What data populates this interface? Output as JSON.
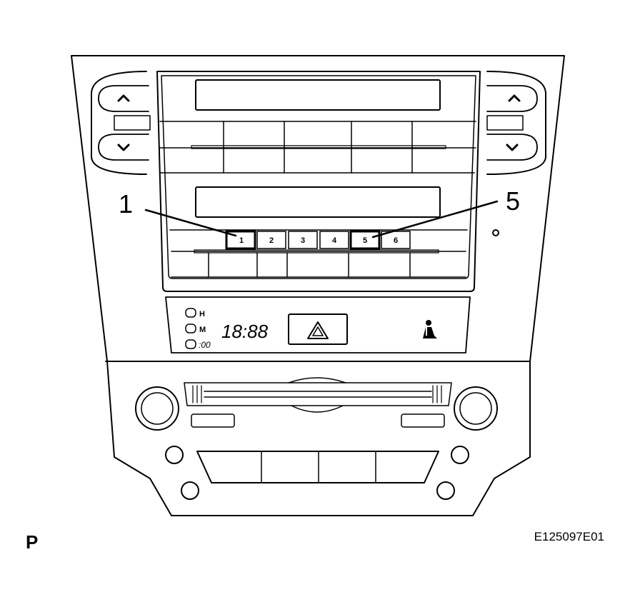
{
  "callouts": {
    "left_number": "1",
    "right_number": "5"
  },
  "preset_buttons": [
    "1",
    "2",
    "3",
    "4",
    "5",
    "6"
  ],
  "clock": {
    "time": "18:88",
    "label_h": "H",
    "label_m": "M",
    "label_00": ":00"
  },
  "footer": {
    "left_letter": "P",
    "figure_code": "E125097E01"
  },
  "colors": {
    "stroke": "#000000",
    "panel_fill": "#ffffff",
    "highlight_stroke": "#000000"
  },
  "icons": {
    "up_chevron": "chevron-up-icon",
    "down_chevron": "chevron-down-icon",
    "hazard": "hazard-triangle-icon",
    "passenger_airbag": "passenger-airbag-icon"
  }
}
